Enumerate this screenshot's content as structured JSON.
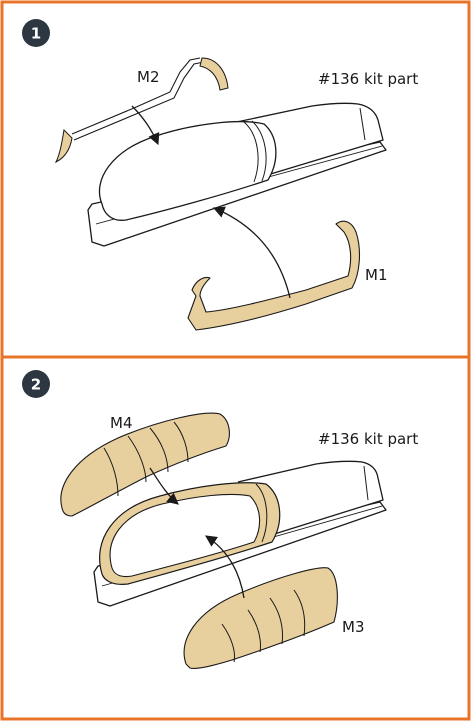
{
  "colors": {
    "frame": "#e8742a",
    "mask": "#e8cf9e",
    "line": "#1a1a1a",
    "badge": "#2c3742",
    "paper": "#ffffff"
  },
  "steps": [
    {
      "number": "1",
      "kit_part_label": "#136 kit part",
      "labels": [
        "M2",
        "M1"
      ]
    },
    {
      "number": "2",
      "kit_part_label": "#136 kit part",
      "labels": [
        "M4",
        "M3"
      ]
    }
  ]
}
